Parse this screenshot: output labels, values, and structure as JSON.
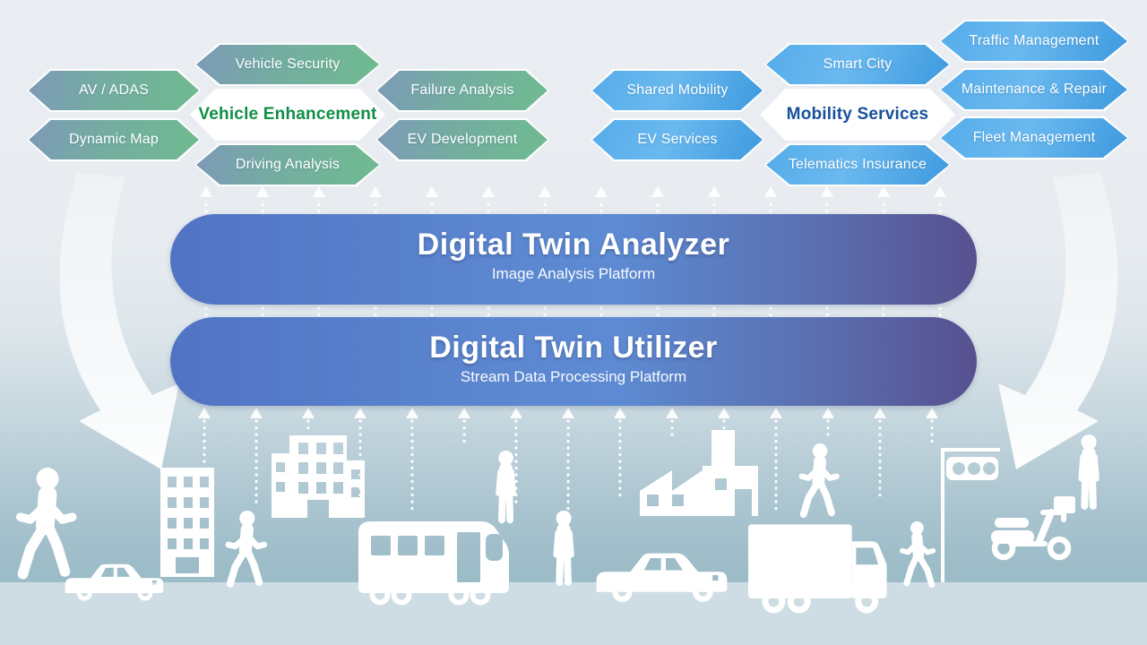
{
  "diagram": {
    "left_cluster": {
      "center": "Vehicle Enhancement",
      "accent_color": "#0f8f45",
      "hex_gradient": [
        "#7d9ab8",
        "#6fbb90"
      ],
      "satellites": [
        "Vehicle Security",
        "AV / ADAS",
        "Failure Analysis",
        "Dynamic Map",
        "EV Development",
        "Driving Analysis"
      ]
    },
    "right_cluster": {
      "center": "Mobility Services",
      "accent_color": "#17519c",
      "hex_gradient": [
        "#6ab9ef",
        "#3d99de"
      ],
      "satellites": [
        "Traffic Management",
        "Smart City",
        "Maintenance & Repair",
        "Shared Mobility",
        "EV Services",
        "Fleet Management",
        "Telematics Insurance"
      ]
    },
    "platforms": [
      {
        "title": "Digital Twin Analyzer",
        "subtitle": "Image Analysis Platform"
      },
      {
        "title": "Digital Twin Utilizer",
        "subtitle": "Stream Data Processing Platform"
      }
    ],
    "bar_gradient": [
      "#5173c3",
      "#5d8bd3",
      "#57508f"
    ],
    "scene_icons": [
      "pedestrian-icon",
      "car-icon",
      "building-icon",
      "bus-icon",
      "factory-icon",
      "truck-icon",
      "traffic-light-icon",
      "scooter-icon",
      "curved-flow-arrow-icon",
      "dotted-data-arrow-icon"
    ]
  }
}
